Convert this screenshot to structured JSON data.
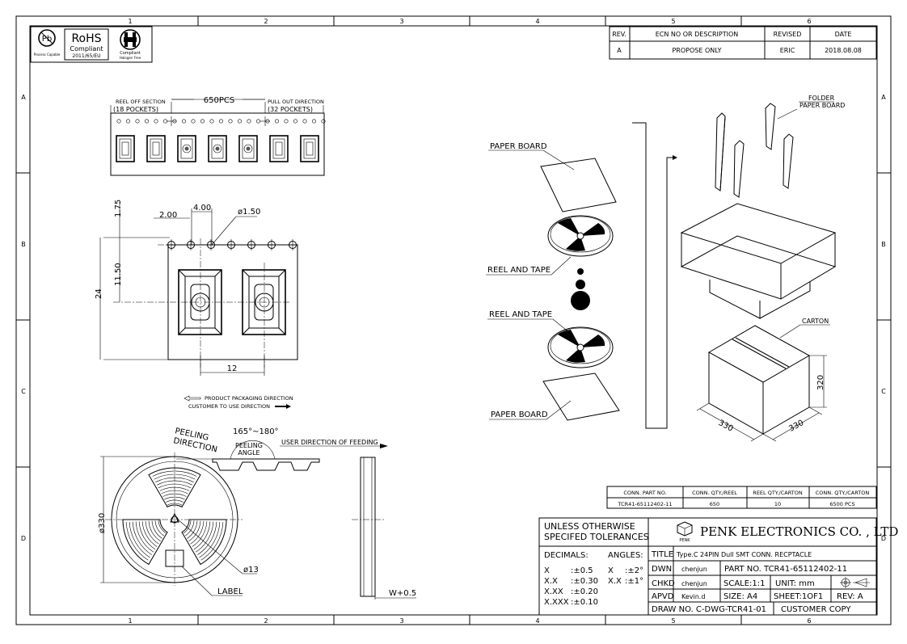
{
  "border": {
    "columns": [
      "1",
      "2",
      "3",
      "4",
      "5",
      "6"
    ],
    "rows": [
      "A",
      "B",
      "C",
      "D"
    ]
  },
  "compliance": {
    "pb_text": "Pb",
    "pb_caption": "Process Capable",
    "rohs_title": "RoHS",
    "rohs_line1": "Compliant",
    "rohs_line2": "2011/65/EU",
    "halogen_line1": "Compliant",
    "halogen_line2": "Halogen Free"
  },
  "revision": {
    "headers": [
      "REV.",
      "ECN NO OR DESCRIPTION",
      "REVISED",
      "DATE"
    ],
    "row": [
      "A",
      "PROPOSE ONLY",
      "ERIC",
      "2018.08.08"
    ]
  },
  "tape": {
    "reel_off_label": "REEL OFF SECTION",
    "reel_off_pockets": "(18 POCKETS)",
    "pcs": "650PCS",
    "pull_out_label": "PULL OUT DIRECTION",
    "pull_out_pockets": "(32 POCKETS)"
  },
  "dims": {
    "d175": "1.75",
    "d200": "2.00",
    "d400": "4.00",
    "hole": "ø1.50",
    "d1150": "11.50",
    "d24": "24",
    "d12": "12",
    "d330": "ø330",
    "d13": "ø13",
    "w": "W+0.5"
  },
  "directions": {
    "product": "PRODUCT PACKAGING DIRECTION",
    "customer": "CUSTOMER TO USE DIRECTION",
    "peeling_dir_1": "PEELING",
    "peeling_dir_2": "DIRECTION",
    "angle_range": "165°~180°",
    "peeling_angle_1": "PEELING",
    "peeling_angle_2": "ANGLE",
    "user_direction": "USER DIRECTION OF FEEDING",
    "label": "LABEL"
  },
  "packaging": {
    "paper_board_top": "PAPER BOARD",
    "reel_tape_1": "REEL AND TAPE",
    "reel_tape_2": "REEL AND TAPE",
    "paper_board_bottom": "PAPER BOARD",
    "folder": "FOLDER",
    "folder_paper": "PAPER BOARD",
    "carton": "CARTON",
    "carton_w": "330",
    "carton_d": "330",
    "carton_h": "320"
  },
  "quantity": {
    "headers": [
      "CONN. PART NO.",
      "CONN. QTY./REEL",
      "REEL QTY./CARTON",
      "CONN. QTY./CARTON"
    ],
    "row": [
      "TCR41-65112402-11",
      "650",
      "10",
      "6500 PCS"
    ]
  },
  "title_block": {
    "tolerance_1": "UNLESS OTHERWISE",
    "tolerance_2": "SPECIFED TOLERANCES",
    "company": "PENK ELECTRONICS CO. , LTD",
    "logo_text": "PENK",
    "decimals_label": "DECIMALS:",
    "angles_label": "ANGLES:",
    "tol_rows": [
      [
        "X",
        ":±0.5",
        "X",
        ":±2°"
      ],
      [
        "X.X",
        ":±0.30",
        "X.X",
        ":±1°"
      ],
      [
        "X.XX",
        ":±0.20",
        "",
        ""
      ],
      [
        "X.XXX",
        ":±0.10",
        "",
        ""
      ]
    ],
    "title_label": "TITLE",
    "title_value": "Type.C 24PIN Dull SMT  CONN. RECPTACLE",
    "dwn_label": "DWN",
    "dwn_value": "chenjun",
    "part_no": "PART NO. TCR41-65112402-11",
    "chkd_label": "CHKD",
    "chkd_value": "chenjun",
    "scale": "SCALE:1:1",
    "unit": "UNIT:  mm",
    "apvd_label": "APVD",
    "apvd_value": "Kevin.d",
    "size": "SIZE: A4",
    "sheet": "SHEET:1OF1",
    "rev": "REV: A",
    "draw_no": "DRAW NO. C-DWG-TCR41-01",
    "copy": "CUSTOMER COPY"
  }
}
